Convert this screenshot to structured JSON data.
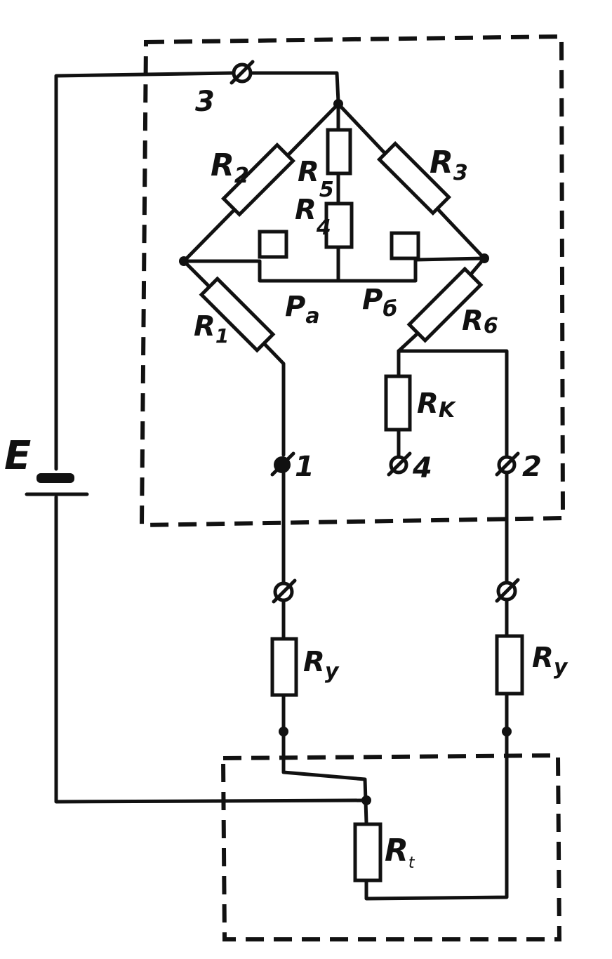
{
  "labels": {
    "R1": "R",
    "R1_sub": "1",
    "R2": "R",
    "R2_sub": "2",
    "R3": "R",
    "R3_sub": "3",
    "R4": "R",
    "R4_sub": "4",
    "R5": "R",
    "R5_sub": "5",
    "R6": "R",
    "R6_sub": "6",
    "Pa": "P",
    "Pa_sub": "a",
    "Pb": "P",
    "Pb_sub": "б",
    "Rk": "R",
    "Rk_sub": "K",
    "Ry_left": "R",
    "Ry_left_sub": "y",
    "Ry_right": "R",
    "Ry_right_sub": "y",
    "Rt": "R",
    "Rt_sub": "t",
    "E": "E",
    "t1": "1",
    "t2": "2",
    "t3": "3",
    "t4": "4"
  }
}
